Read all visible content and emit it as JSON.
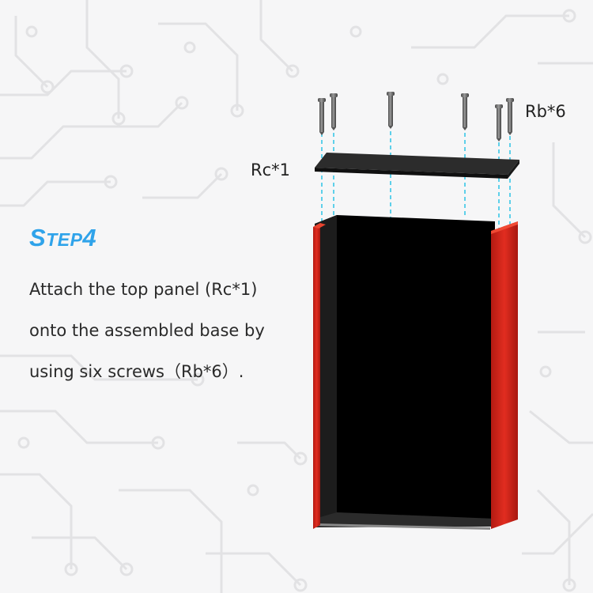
{
  "step": {
    "prefix": "S",
    "rest": "TEP",
    "number": "4"
  },
  "description": {
    "line1": "Attach the top panel (Rc*1)",
    "line2": "onto the assembled base by",
    "line3": "using six screws（Rb*6）."
  },
  "labels": {
    "panel": "Rc*1",
    "screws": "Rb*6"
  },
  "colors": {
    "accent": "#2fa3ea",
    "side_panels": "#d9251b",
    "cabinet_interior": "#000000",
    "guide_lines": "#38c6e6",
    "screws": "#6e6e6e"
  },
  "icons": {
    "background": "circuit-board-pattern",
    "screw": "screw-icon"
  }
}
